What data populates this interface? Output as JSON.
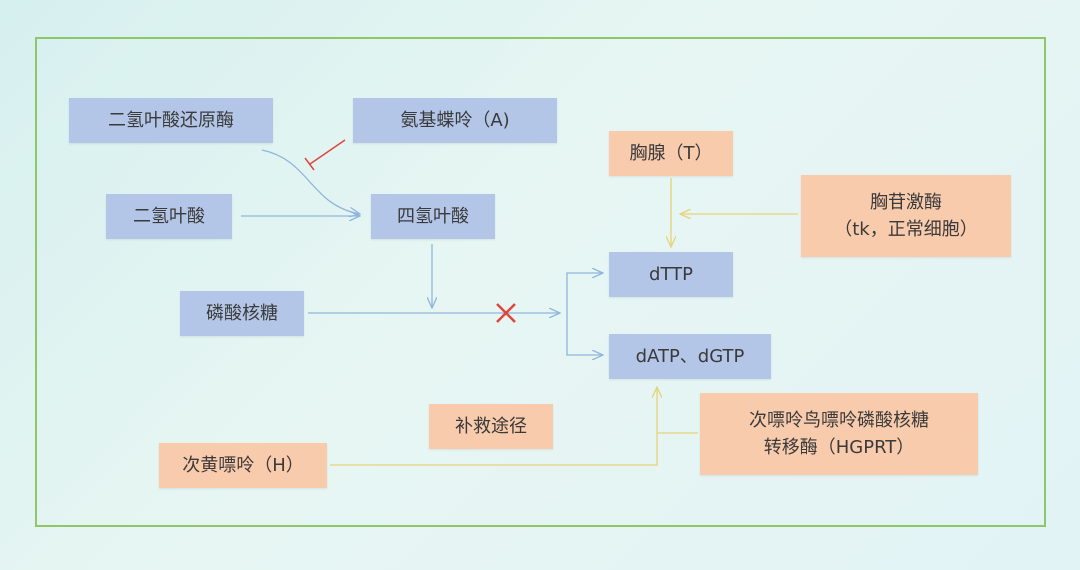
{
  "nodes": {
    "dhfr": "二氢叶酸还原酶",
    "aminopterin": "氨基蝶呤（A)",
    "dihydrofolate": "二氢叶酸",
    "tetrahydrofolate": "四氢叶酸",
    "ribose_phosphate": "磷酸核糖",
    "thymidine": "胸腺（T）",
    "tk": "胸苷激酶\n（tk，正常细胞）",
    "dttp": "dTTP",
    "datp_dgtp": "dATP、dGTP",
    "salvage": "补救途径",
    "hypoxanthine": "次黄嘌呤（H）",
    "hgprt": "次嘌呤鸟嘌呤磷酸核糖\n转移酶（HGPRT）"
  },
  "colors": {
    "blue_box": "#b4c6e7",
    "orange_box": "#f8cbad",
    "blue_line": "#8fb6dc",
    "yellow_line": "#e8d27a",
    "inhibit": "#e0463c",
    "border": "#8fc66a"
  }
}
